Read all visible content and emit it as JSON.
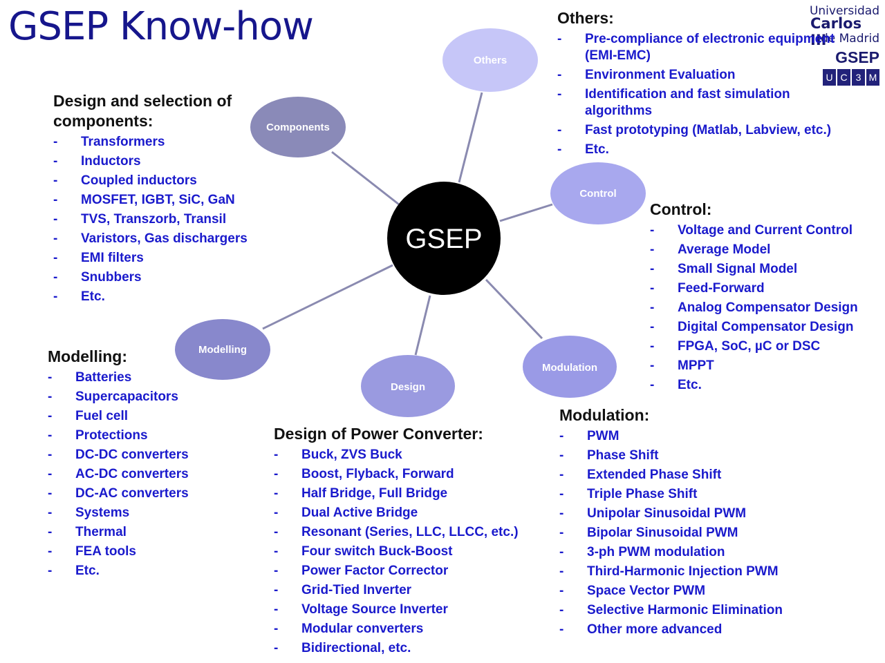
{
  "title": "GSEP Know-how",
  "logo": {
    "line1": "Universidad",
    "line2": "Carlos III",
    "line3": "de Madrid",
    "acronym": "GSEP",
    "boxes": [
      "U",
      "C",
      "3",
      "M"
    ]
  },
  "hub": {
    "label": "GSEP",
    "color": "#000000"
  },
  "nodes": {
    "others": {
      "label": "Others",
      "color": "#c6c6f8"
    },
    "components": {
      "label": "Components",
      "color": "#8a8ab8"
    },
    "control": {
      "label": "Control",
      "color": "#a8a8ee"
    },
    "modelling": {
      "label": "Modelling",
      "color": "#8888cc"
    },
    "design": {
      "label": "Design",
      "color": "#9a9ae0"
    },
    "modulation": {
      "label": "Modulation",
      "color": "#9a9ae6"
    }
  },
  "line_color": "#8a8ab0",
  "bullet_marker": "-",
  "sections": {
    "others": {
      "heading": "Others:",
      "items": [
        "Pre-compliance of electronic equipment (EMI-EMC)",
        "Environment Evaluation",
        "Identification and fast simulation algorithms",
        "Fast prototyping (Matlab, Labview, etc.)",
        "Etc."
      ]
    },
    "components": {
      "heading": "Design and selection of components:",
      "items": [
        "Transformers",
        "Inductors",
        "Coupled inductors",
        "MOSFET, IGBT, SiC, GaN",
        "TVS, Transzorb, Transil",
        "Varistors, Gas dischargers",
        "EMI filters",
        "Snubbers",
        "Etc."
      ]
    },
    "control": {
      "heading": "Control:",
      "items": [
        "Voltage and Current Control",
        "Average Model",
        "Small Signal Model",
        "Feed-Forward",
        "Analog Compensator Design",
        "Digital Compensator Design",
        "FPGA, SoC, µC or DSC",
        "MPPT",
        "Etc."
      ]
    },
    "modelling": {
      "heading": "Modelling:",
      "items": [
        "Batteries",
        "Supercapacitors",
        "Fuel cell",
        "Protections",
        "DC-DC converters",
        "AC-DC converters",
        "DC-AC converters",
        "Systems",
        "Thermal",
        "FEA tools",
        "Etc."
      ]
    },
    "design": {
      "heading": "Design of Power Converter:",
      "items": [
        "Buck, ZVS Buck",
        "Boost, Flyback, Forward",
        "Half Bridge, Full Bridge",
        "Dual Active Bridge",
        "Resonant (Series, LLC, LLCC, etc.)",
        "Four switch Buck-Boost",
        "Power Factor Corrector",
        "Grid-Tied Inverter",
        "Voltage Source Inverter",
        "Modular converters",
        "Bidirectional, etc."
      ]
    },
    "modulation": {
      "heading": "Modulation:",
      "items": [
        "PWM",
        "Phase Shift",
        "Extended Phase Shift",
        "Triple Phase Shift",
        "Unipolar Sinusoidal PWM",
        "Bipolar Sinusoidal PWM",
        "3-ph PWM modulation",
        "Third-Harmonic Injection PWM",
        "Space Vector PWM",
        "Selective Harmonic Elimination",
        "Other more advanced"
      ]
    }
  }
}
